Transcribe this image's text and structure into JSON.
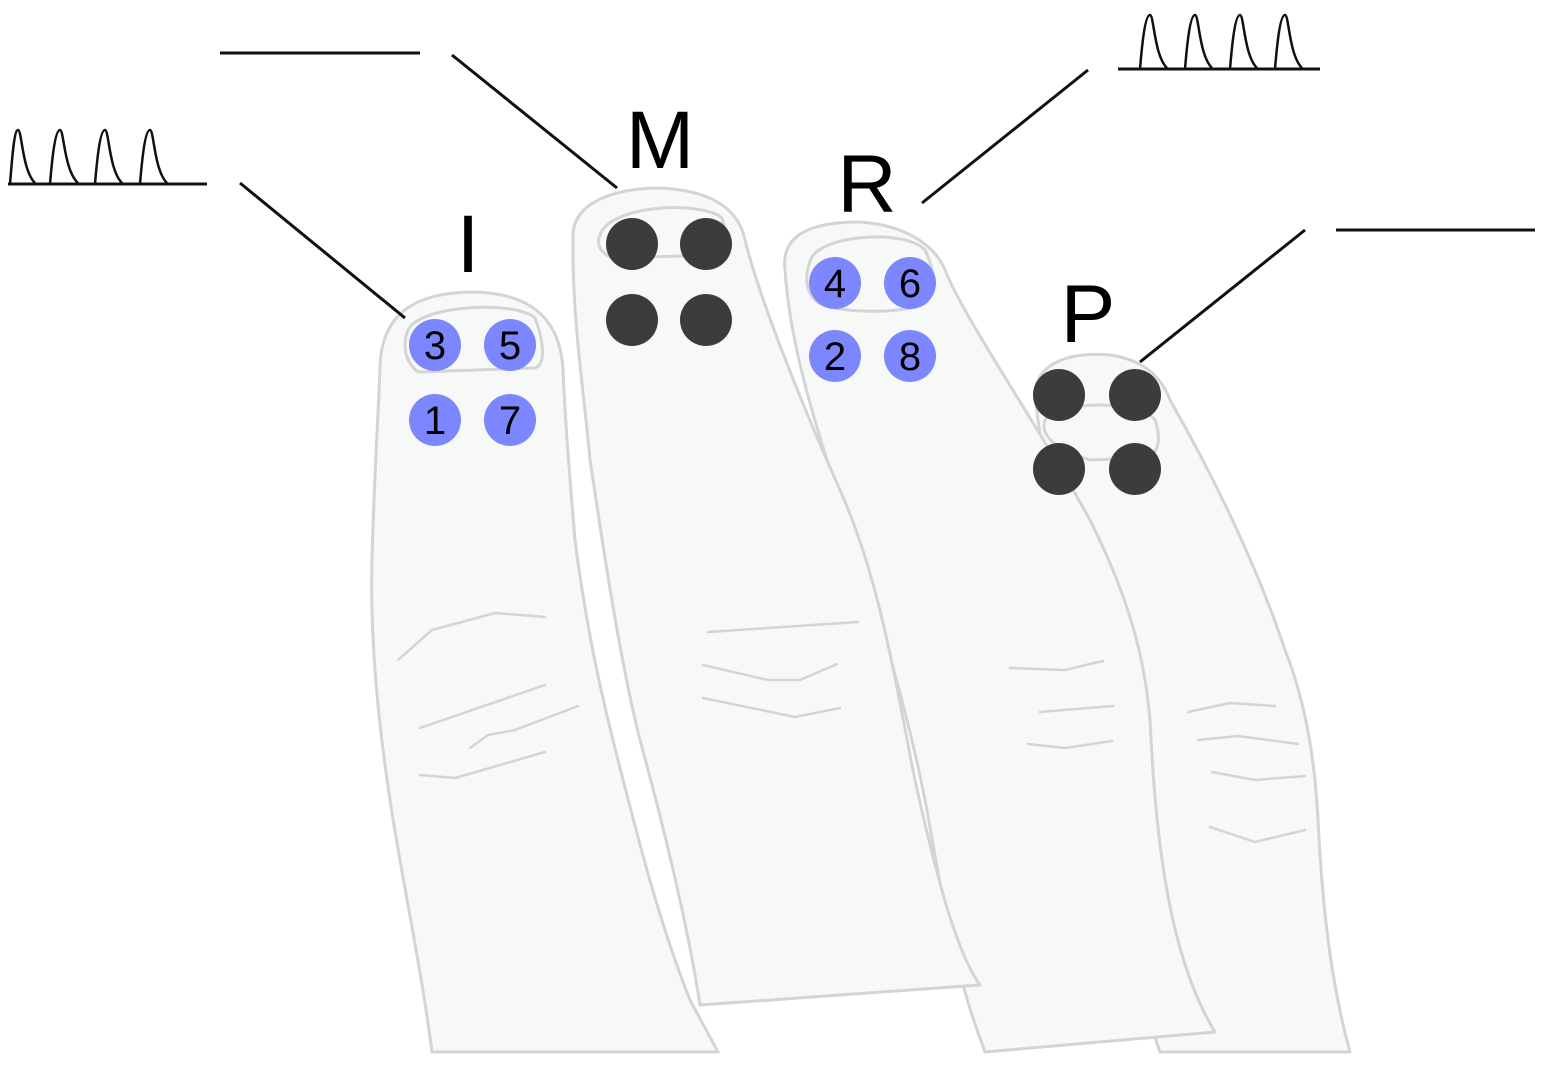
{
  "colors": {
    "background": "#ffffff",
    "skin": "#f7f8f8",
    "outline": "#d4d4d4",
    "active_electrode": "#7b86ff",
    "inactive_electrode": "#3c3c3c",
    "line": "#111111"
  },
  "fingers": {
    "index": {
      "label": "I",
      "signal": "pulse-train",
      "electrodes": [
        "3",
        "5",
        "1",
        "7"
      ]
    },
    "middle": {
      "label": "M",
      "signal": "flat",
      "electrodes": []
    },
    "ring": {
      "label": "R",
      "signal": "pulse-train",
      "electrodes": [
        "4",
        "6",
        "2",
        "8"
      ]
    },
    "pinky": {
      "label": "P",
      "signal": "flat",
      "electrodes": []
    }
  }
}
